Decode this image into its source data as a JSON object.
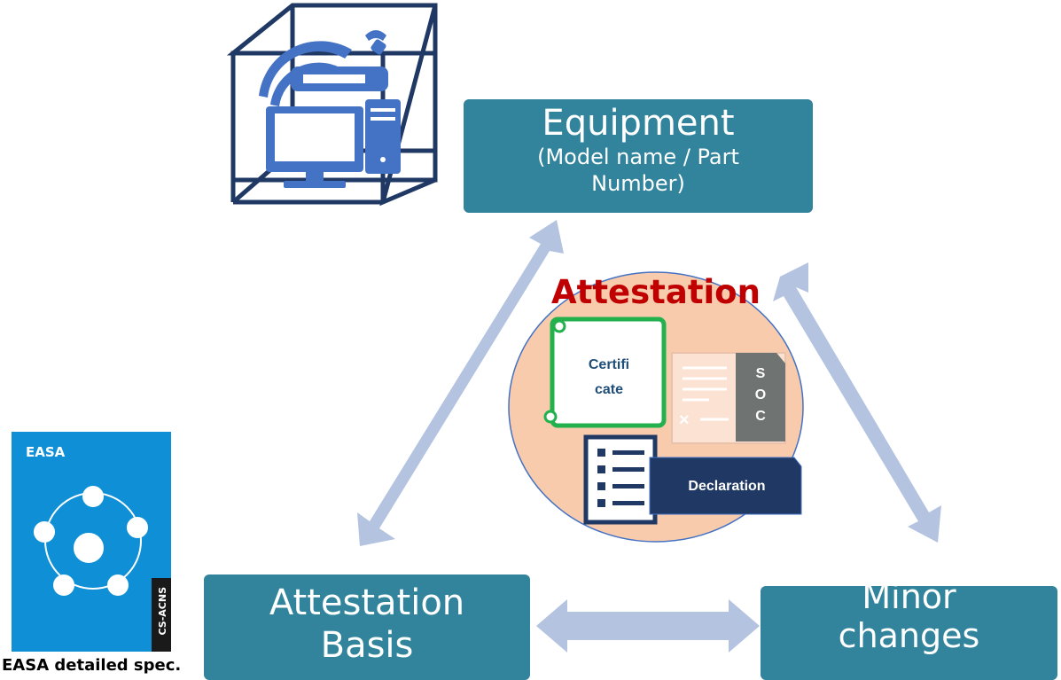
{
  "equipment": {
    "title": "Equipment",
    "subtitle": "(Model name / Part Number)"
  },
  "attestation_basis": {
    "label": "Attestation Basis"
  },
  "minor_changes": {
    "line1": "Minor",
    "line2": "changes"
  },
  "attestation": {
    "title": "Attestation",
    "certificate_line1": "Certifi",
    "certificate_line2": "cate",
    "soc_letters": [
      "S",
      "O",
      "C"
    ],
    "declaration": "Declaration"
  },
  "easa_cover": {
    "logo": "EASA",
    "code": "CS-ACNS"
  },
  "easa_caption": "EASA detailed spec.",
  "colors": {
    "box": "#31849B",
    "arrow": "#B3C3E0",
    "circle_fill": "#F8CBAD",
    "attestation_title": "#C00000",
    "navy": "#1F3864",
    "certificate_border": "#22B14C"
  }
}
